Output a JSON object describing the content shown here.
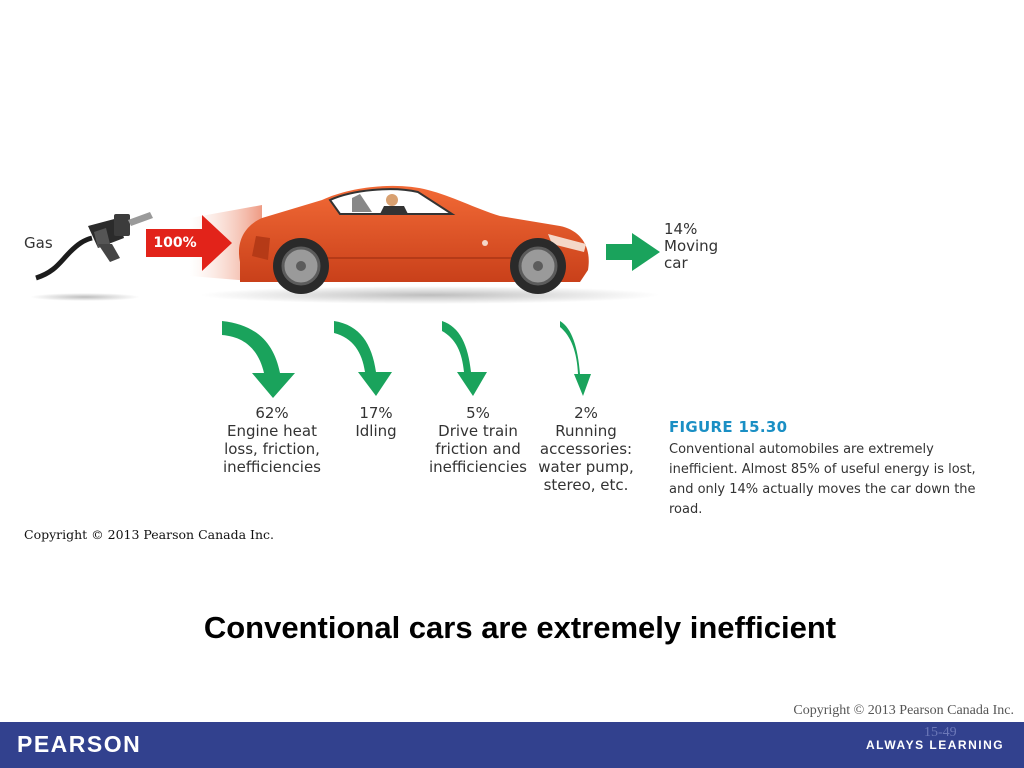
{
  "figure": {
    "gas_label": "Gas",
    "input_percent": "100%",
    "output_label": "14%\nMoving\ncar",
    "losses": [
      {
        "text": "62%\nEngine heat\nloss, friction,\ninefficiencies"
      },
      {
        "text": "17%\nIdling"
      },
      {
        "text": "5%\nDrive train\nfriction and\ninefficiencies"
      },
      {
        "text": "2%\nRunning\naccessories:\nwater pump,\nstereo, etc."
      }
    ],
    "figure_number": "FIGURE 15.30",
    "caption": "Conventional automobiles are extremely inefficient. Almost 85% of useful energy is lost, and only 14% actually moves the car down the road.",
    "copyright": "Copyright © 2013 Pearson Canada Inc."
  },
  "slide": {
    "title": "Conventional cars are extremely inefficient",
    "footer_copyright": "Copyright © 2013 Pearson Canada Inc.",
    "slide_number": "15-49",
    "logo_text": "PEARSON",
    "tagline": "ALWAYS LEARNING"
  },
  "colors": {
    "arrow_green": "#1aa35c",
    "input_red": "#e2231a",
    "car_orange": "#e8501e",
    "footer_blue": "#32418e",
    "figure_blue": "#1a8fc4"
  }
}
